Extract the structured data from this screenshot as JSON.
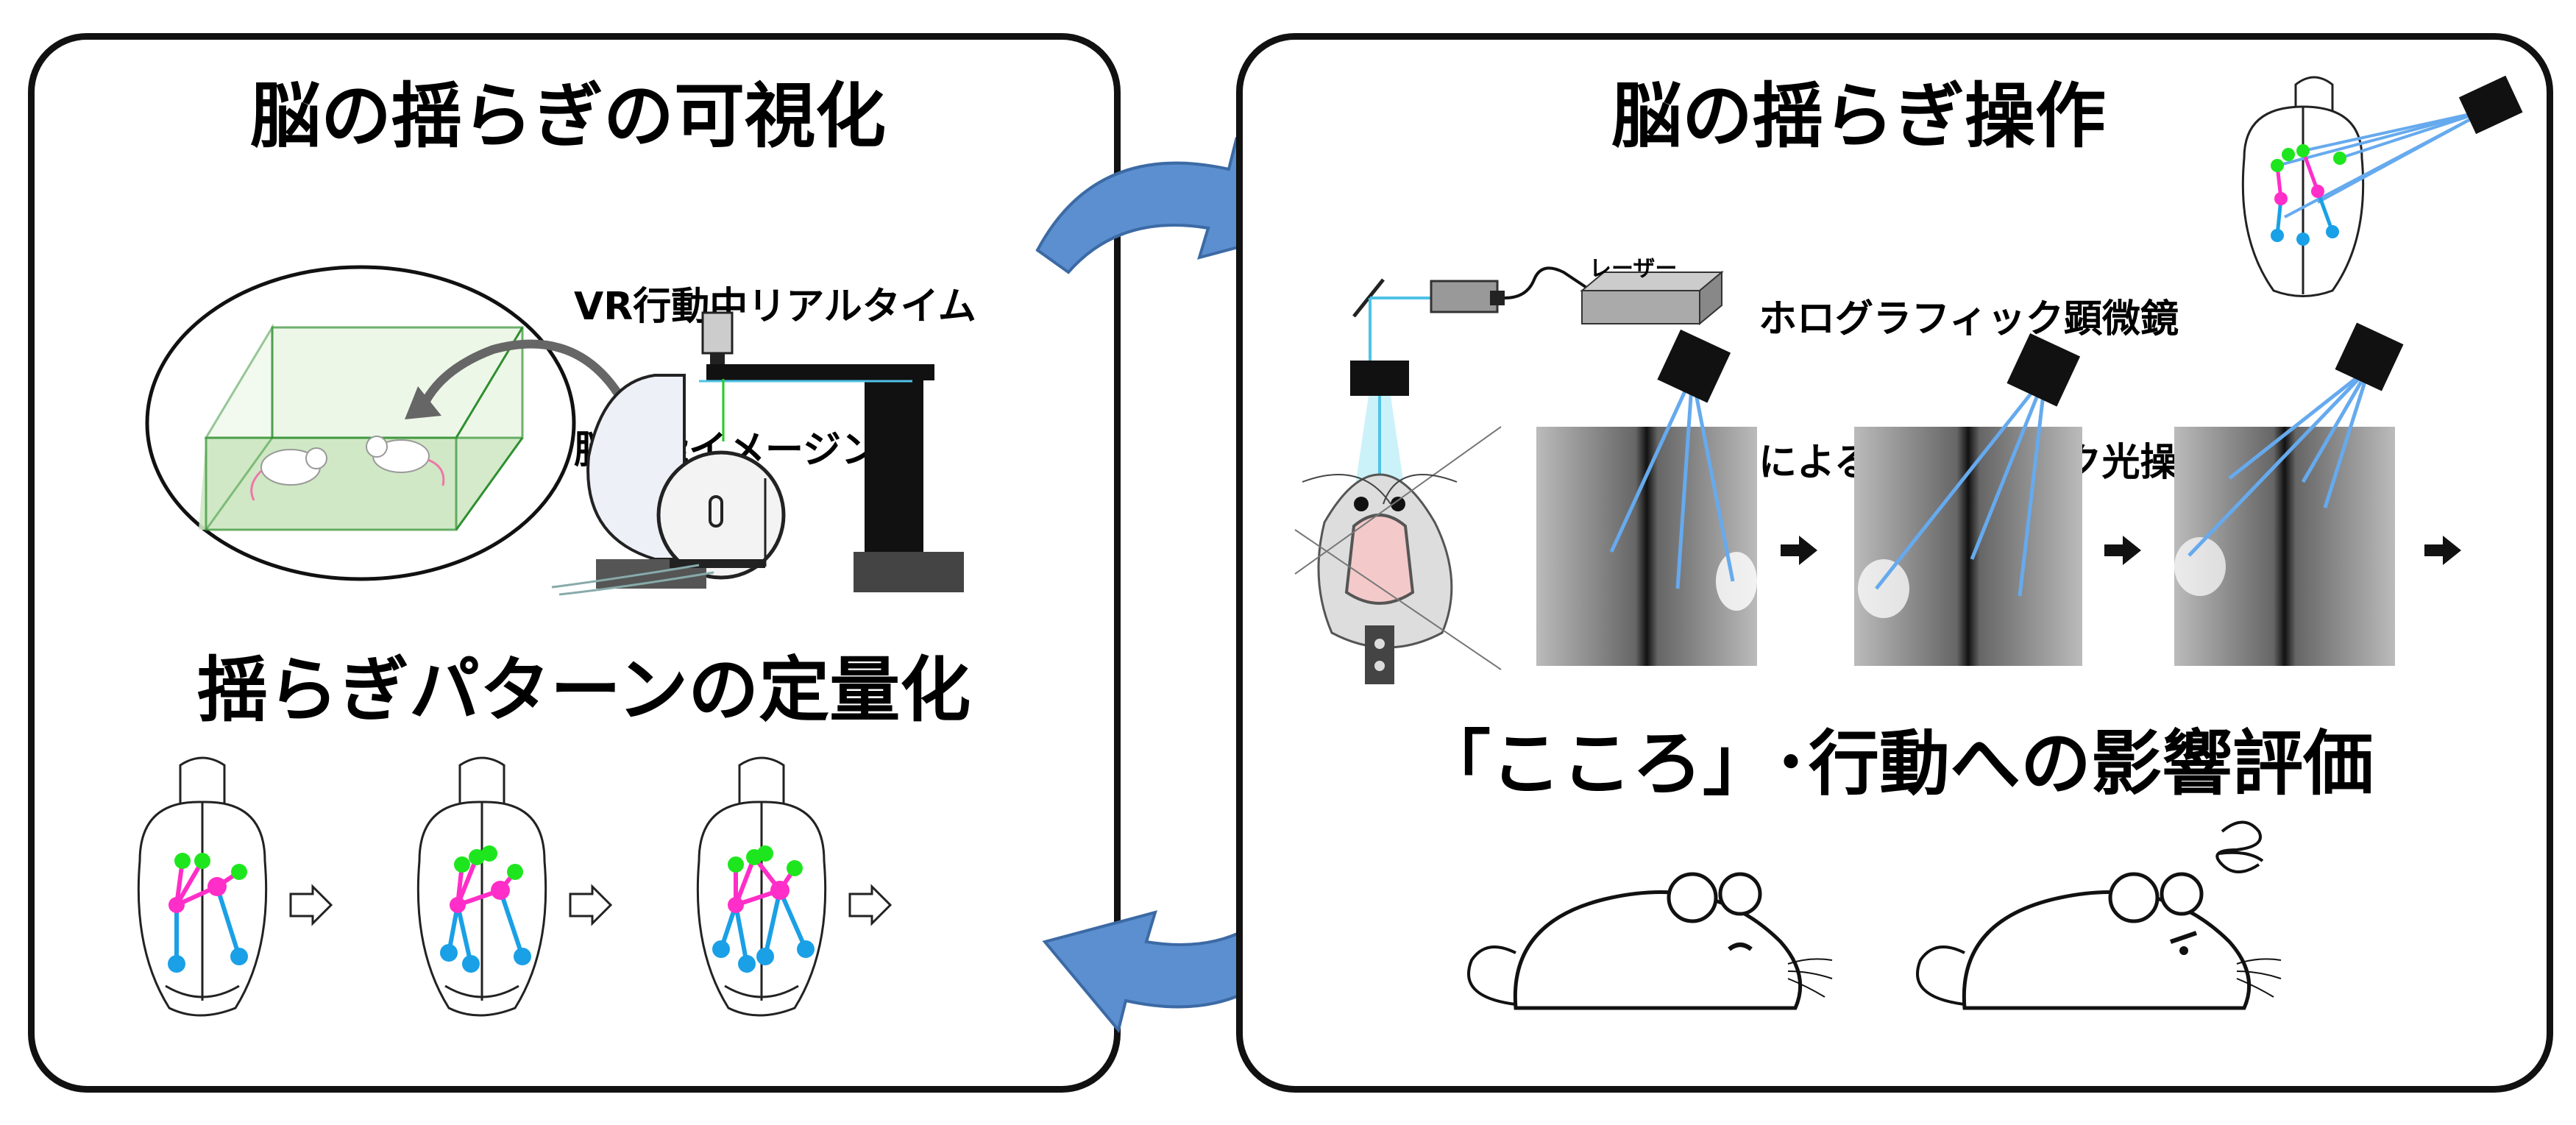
{
  "left_panel": {
    "title": "脳の揺らぎの可視化",
    "imaging_label_lines": [
      "VR行動中リアルタイム",
      "脳機能イメージング"
    ],
    "subtitle": "揺らぎパターンの定量化"
  },
  "right_panel": {
    "title": "脳の揺らぎ操作",
    "laser_label": "レーザー",
    "hologram_label_lines": [
      "ホログラフィック顕微鏡",
      "によるネットワーク光操作"
    ],
    "evaluation_title": "「こころ」･行動への影響評価"
  },
  "colors": {
    "panel_border": "#111111",
    "cycle_arrow": "#5b8fcf",
    "cycle_arrow_outline": "#3c6aa5",
    "node_green": "#1ee61e",
    "node_magenta": "#ff2ec8",
    "node_blue": "#1aa0e6",
    "beam_blue": "#66aaee",
    "cage_green": "#cfe8c4"
  }
}
